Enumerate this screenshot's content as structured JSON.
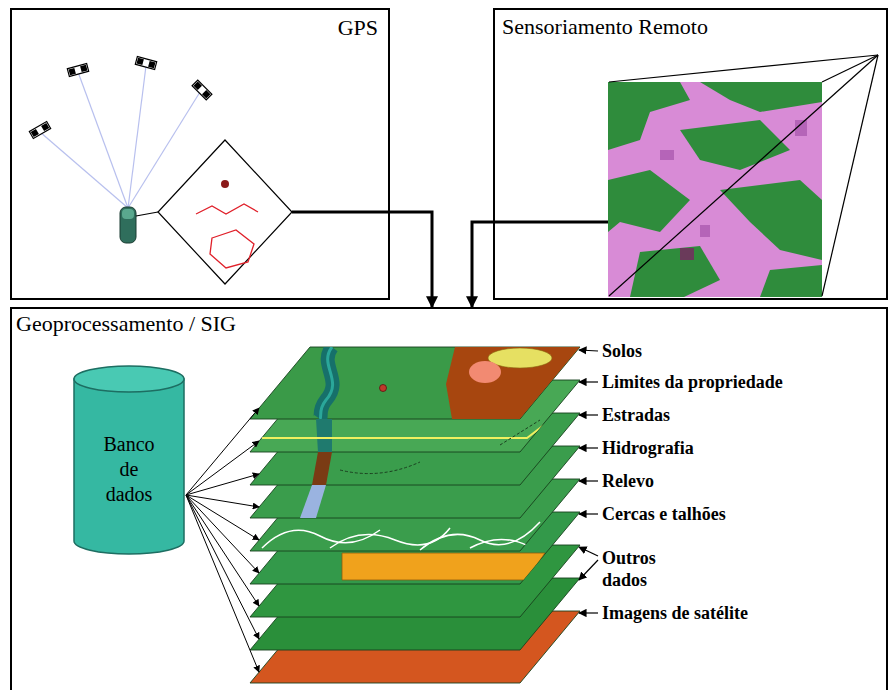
{
  "diagram": {
    "nodes": [
      {
        "text": [
          "GPS"
        ]
      },
      {
        "text": [
          "Sensoriamento Remoto"
        ]
      },
      {
        "text": [
          "Geoprocessamento / SIG"
        ]
      },
      {
        "text": [
          "Banco de dados"
        ],
        "in": 2
      }
    ],
    "edges": [
      {
        "from": 0,
        "to": 2,
        "arrow": "to"
      },
      {
        "from": 1,
        "to": 2,
        "arrow": "to"
      }
    ],
    "labels": [
      "Solos",
      "Limites da propriedade",
      "Estradas",
      "Hidrografia",
      "Relevo",
      "Cercas e talhões",
      "Outros dados",
      "Imagens de satélite"
    ]
  }
}
